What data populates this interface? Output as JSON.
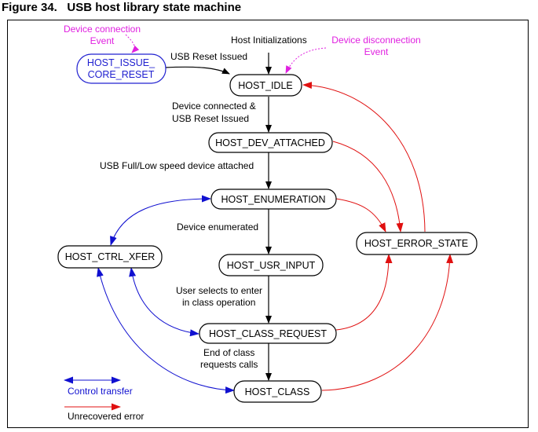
{
  "figure": {
    "number": "Figure 34.",
    "title": "USB host library state machine"
  },
  "states": {
    "issue_core_reset": [
      "HOST_ISSUE_",
      "CORE_RESET"
    ],
    "idle": "HOST_IDLE",
    "dev_attached": "HOST_DEV_ATTACHED",
    "enumeration": "HOST_ENUMERATION",
    "ctrl_xfer": "HOST_CTRL_XFER",
    "usr_input": "HOST_USR_INPUT",
    "error_state": "HOST_ERROR_STATE",
    "class_request": "HOST_CLASS_REQUEST",
    "class": "HOST_CLASS"
  },
  "transitions": {
    "host_init": "Host Initializations",
    "usb_reset": "USB Reset Issued",
    "device_connected": [
      "Device connected &",
      "USB Reset Issued"
    ],
    "full_low_speed": "USB Full/Low speed device attached",
    "enumerated": "Device enumerated",
    "user_selects": [
      "User selects to enter",
      "in class operation"
    ],
    "end_of_class": [
      "End of class",
      "requests calls"
    ]
  },
  "events": {
    "connection": [
      "Device connection",
      "Event"
    ],
    "disconnection": [
      "Device disconnection",
      "Event"
    ]
  },
  "legend": {
    "control_transfer": "Control transfer",
    "unrecovered_error": "Unrecovered error"
  },
  "colors": {
    "control": "#1010d0",
    "error": "#e01010",
    "event": "#e020e0",
    "flow": "#000000"
  }
}
